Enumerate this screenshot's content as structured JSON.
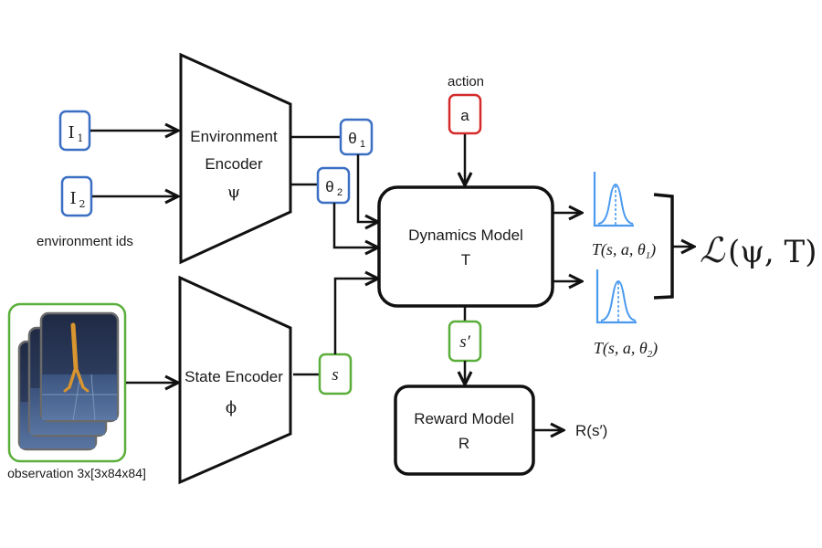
{
  "colors": {
    "stroke": "#111111",
    "env_id_border": "#3b6fc4",
    "theta_border": "#3b6fc4",
    "action_border": "#d42a2a",
    "state_border": "#5aae3a",
    "observation_border": "#5aae3a",
    "distribution_curve": "#4a9af0"
  },
  "inputs": {
    "env_ids": [
      {
        "symbol": "I",
        "subscript": "1"
      },
      {
        "symbol": "I",
        "subscript": "2"
      }
    ],
    "env_ids_label": "environment ids",
    "observation_label": "observation 3x[3x84x84]",
    "action_label": "action",
    "action_symbol": "a"
  },
  "encoders": {
    "environment": {
      "line1": "Environment",
      "line2": "Encoder",
      "symbol": "ψ"
    },
    "state": {
      "line1": "State Encoder",
      "symbol": "ϕ"
    }
  },
  "latents": {
    "thetas": [
      {
        "symbol": "θ",
        "subscript": "1"
      },
      {
        "symbol": "θ",
        "subscript": "2"
      }
    ],
    "state_symbol": "s",
    "next_state_symbol": "s′"
  },
  "models": {
    "dynamics": {
      "line1": "Dynamics Model",
      "line2": "T"
    },
    "reward": {
      "line1": "Reward Model",
      "line2": "R"
    }
  },
  "outputs": {
    "predictions": [
      {
        "label_prefix": "T(s, a, θ",
        "subscript": "1",
        "label_suffix": ")"
      },
      {
        "label_prefix": "T(s, a, θ",
        "subscript": "2",
        "label_suffix": ")"
      }
    ],
    "reward_output": "R(s′)",
    "loss": {
      "script_L": "ℒ",
      "args": "(ψ, T)"
    }
  }
}
